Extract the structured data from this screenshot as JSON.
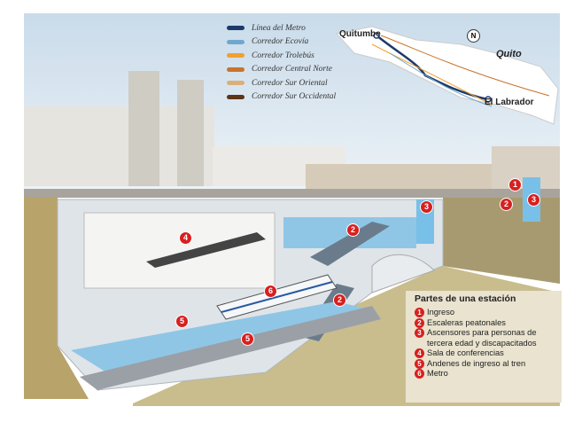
{
  "legend": [
    {
      "label": "Línea del Metro",
      "color": "#1b3a6b"
    },
    {
      "label": "Corredor Ecovía",
      "color": "#6fa8cf"
    },
    {
      "label": "Corredor Trolebús",
      "color": "#f0a030"
    },
    {
      "label": "Corredor Central Norte",
      "color": "#c8742a"
    },
    {
      "label": "Corredor Sur Oriental",
      "color": "#d9b07a"
    },
    {
      "label": "Corredor Sur Occidental",
      "color": "#5a3516"
    }
  ],
  "map": {
    "start": "Quitumbe",
    "end": "El Labrador",
    "city": "Quito",
    "compass": "N"
  },
  "markers": [
    "1",
    "2",
    "3",
    "4",
    "5",
    "6"
  ],
  "parts": {
    "title": "Partes de una estación",
    "items": [
      {
        "num": "1",
        "label": "Ingreso"
      },
      {
        "num": "2",
        "label": "Escaleras peatonales"
      },
      {
        "num": "3",
        "label": "Ascensores para personas de tercera edad y discapacitados"
      },
      {
        "num": "4",
        "label": "Sala de conferencias"
      },
      {
        "num": "5",
        "label": "Andenes de ingreso al tren"
      },
      {
        "num": "6",
        "label": "Metro"
      }
    ]
  }
}
